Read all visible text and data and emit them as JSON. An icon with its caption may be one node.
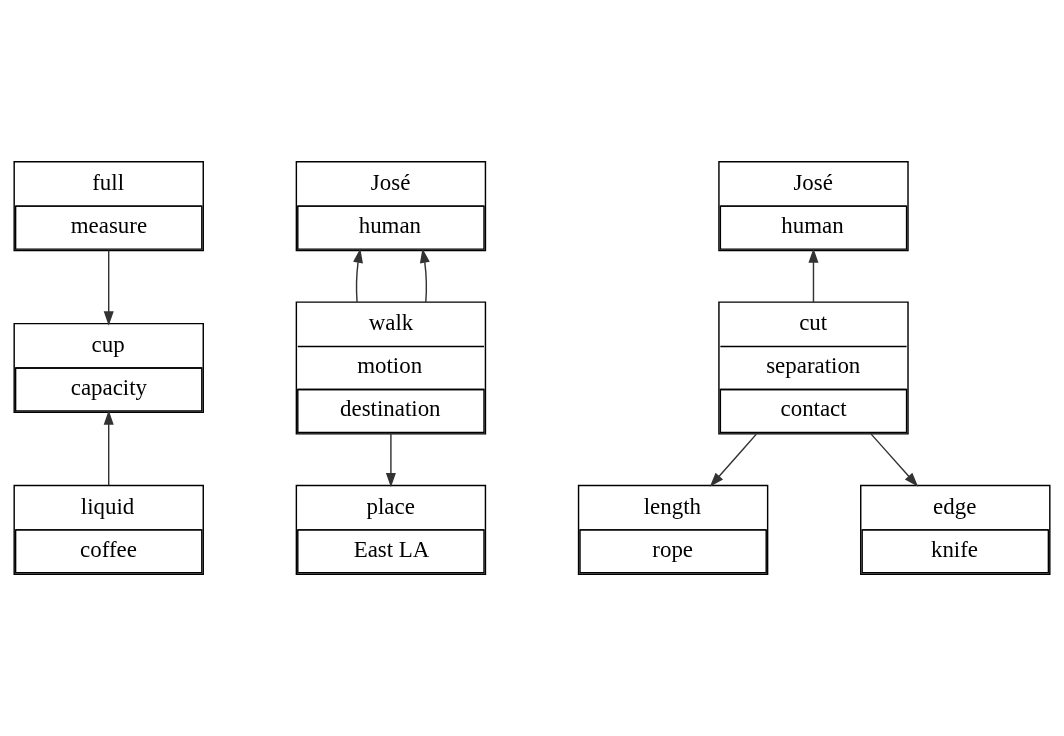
{
  "diagram": {
    "nodes": [
      {
        "text": [
          "full",
          "measure"
        ]
      },
      {
        "text": [
          "cup",
          "capacity"
        ]
      },
      {
        "text": [
          "liquid",
          "coffee"
        ]
      },
      {
        "text": [
          "José",
          "human"
        ]
      },
      {
        "text": [
          "walk",
          "motion",
          "destination"
        ]
      },
      {
        "text": [
          "place",
          "East LA"
        ]
      },
      {
        "text": [
          "José",
          "human"
        ]
      },
      {
        "text": [
          "cut",
          "separation",
          "contact"
        ]
      },
      {
        "text": [
          "length",
          "rope"
        ]
      },
      {
        "text": [
          "edge",
          "knife"
        ]
      }
    ],
    "edges": [
      {
        "from": 0,
        "to": 1,
        "arrow": "to"
      },
      {
        "from": 2,
        "to": 1,
        "arrow": "to"
      },
      {
        "from": 4,
        "to": 3,
        "arrow": "to"
      },
      {
        "from": 4,
        "to": 3,
        "arrow": "to"
      },
      {
        "from": 4,
        "to": 5,
        "arrow": "to"
      },
      {
        "from": 7,
        "to": 6,
        "arrow": "to"
      },
      {
        "from": 7,
        "to": 8,
        "arrow": "to"
      },
      {
        "from": 7,
        "to": 9,
        "arrow": "to"
      }
    ]
  }
}
